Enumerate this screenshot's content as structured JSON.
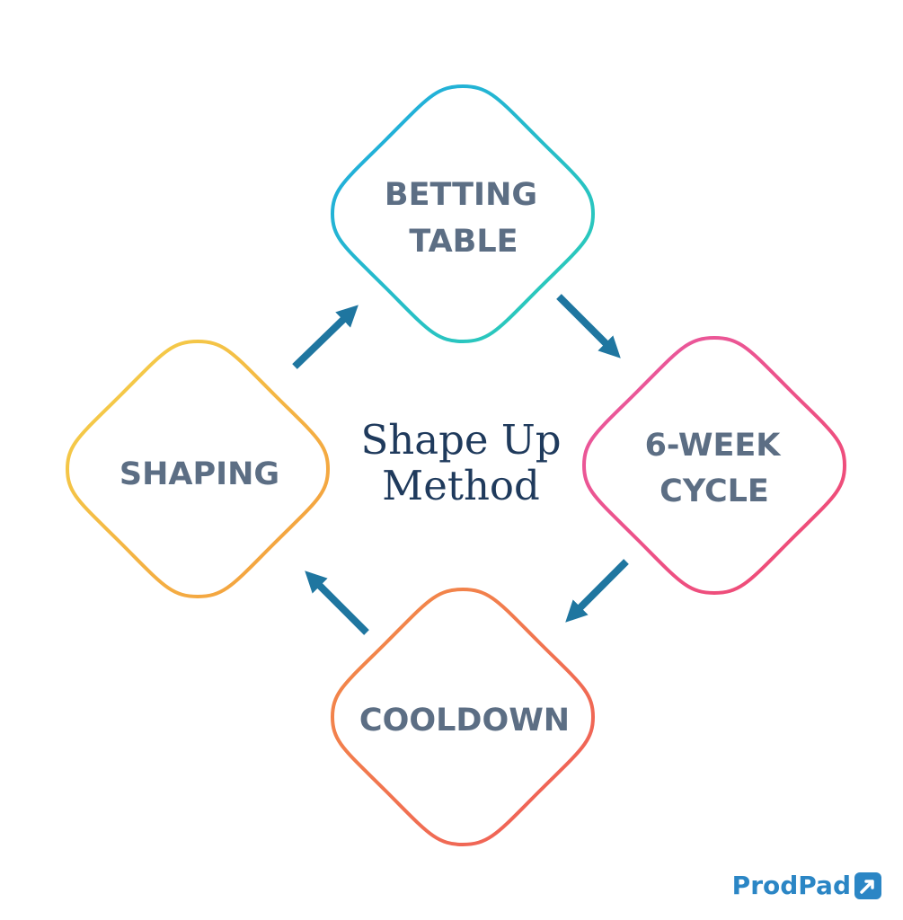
{
  "diagram": {
    "title_line1": "Shape Up",
    "title_line2": "Method",
    "nodes": [
      {
        "id": "betting-table",
        "line1": "BETTING",
        "line2": "TABLE",
        "gradient": [
          "#1fa9e1",
          "#2dcfb4"
        ]
      },
      {
        "id": "six-week-cycle",
        "line1": "6-WEEK",
        "line2": "CYCLE",
        "gradient": [
          "#e95aa3",
          "#f04a6f"
        ]
      },
      {
        "id": "cooldown",
        "line1": "COOLDOWN",
        "gradient": [
          "#f39046",
          "#ef5a5a"
        ]
      },
      {
        "id": "shaping",
        "line1": "SHAPING",
        "gradient": [
          "#f5d44a",
          "#f39a3e"
        ]
      }
    ],
    "arrows": [
      {
        "from": "shaping",
        "to": "betting-table"
      },
      {
        "from": "betting-table",
        "to": "six-week-cycle"
      },
      {
        "from": "six-week-cycle",
        "to": "cooldown"
      },
      {
        "from": "cooldown",
        "to": "shaping"
      }
    ],
    "colors": {
      "arrow": "#1f76a0",
      "label": "#5c6e84",
      "title": "#1f3a5c"
    }
  },
  "logo": {
    "text": "ProdPad",
    "color": "#2b86c5"
  }
}
